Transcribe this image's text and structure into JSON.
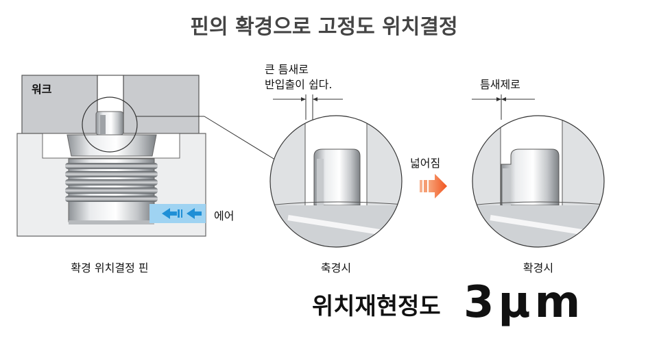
{
  "title": "핀의 확경으로 고정도 위치결정",
  "labels": {
    "work": "워크",
    "air": "에어",
    "pin_caption": "확경 위치결정 핀",
    "big_gap_line1": "큰 틈새로",
    "big_gap_line2": "반입출이 쉽다.",
    "no_gap": "틈새제로",
    "expand": "넓어짐",
    "shrink_caption": "축경시",
    "expand_caption": "확경시"
  },
  "repeatability": {
    "label": "위치재현정도",
    "value": "3",
    "unit": "μm"
  },
  "colors": {
    "work_gray": "#c9cbce",
    "air_blue": "#9fd3f2",
    "arrow_orange": "#f26a2e",
    "metal_light": "#e4e6e8",
    "metal_dark": "#8f9397"
  }
}
